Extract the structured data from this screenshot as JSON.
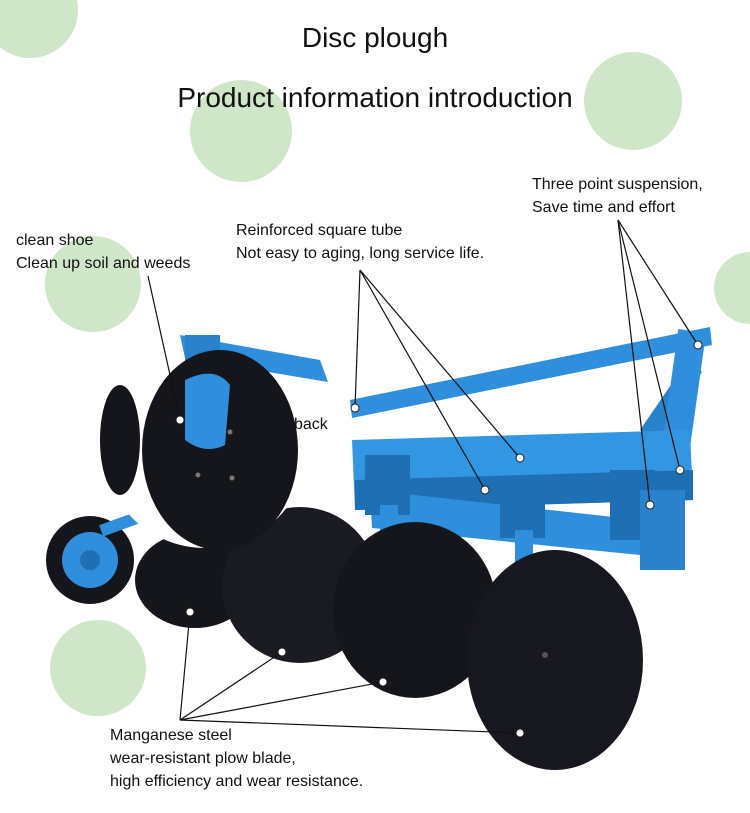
{
  "header": {
    "title": "Disc plough",
    "subtitle": "Product information introduction"
  },
  "callouts": {
    "suspension": {
      "line1": "Three point suspension,",
      "line2": "Save time and effort"
    },
    "tube": {
      "line1": "Reinforced square tube",
      "line2": "Not easy to aging, long service life."
    },
    "shoe": {
      "line1": "clean shoe",
      "line2": "Clean up soil and weeds"
    },
    "back": {
      "line1": "back"
    },
    "blade": {
      "line1": "Manganese steel",
      "line2": "wear-resistant plow blade,",
      "line3": "high efficiency and wear resistance."
    }
  },
  "colors": {
    "frame_blue": "#2f8fdc",
    "frame_dark": "#1f6fb4",
    "disc_black": "#15161c",
    "bubble_green": "#cfe6c9",
    "leader_line": "#111111"
  },
  "icons": {
    "product_image": "disc-plough-illustration"
  }
}
